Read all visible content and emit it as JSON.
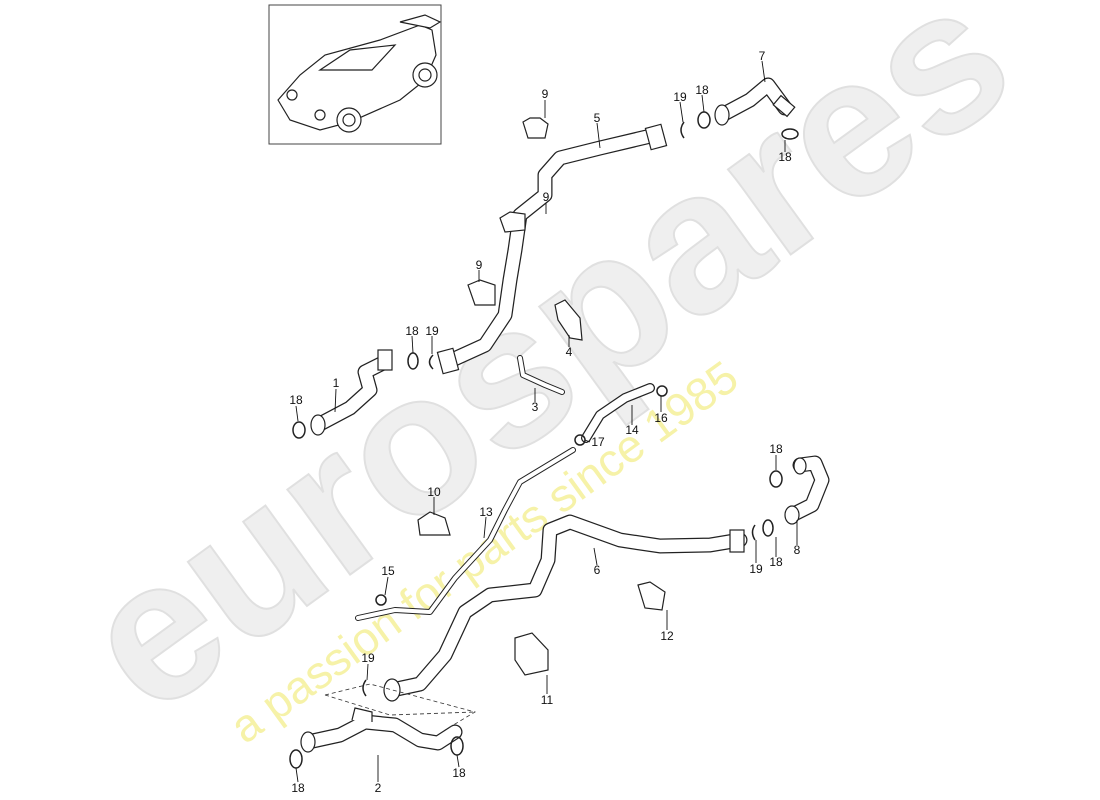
{
  "watermark": {
    "brand": "eurospares",
    "tagline": "a passion for parts since 1985",
    "tagline_color": "#f6f2a8"
  },
  "thumbnail": {
    "icon": "car-overview-icon"
  },
  "labels": {
    "l9a": "9",
    "l5": "5",
    "l19a": "19",
    "l18a": "18",
    "l7": "7",
    "l18b": "18",
    "l9b": "9",
    "l9c": "9",
    "l18c": "18",
    "l19b": "19",
    "l4": "4",
    "l1": "1",
    "l18d": "18",
    "l3": "3",
    "l16": "16",
    "l14": "14",
    "l17": "17",
    "l18e": "18",
    "l10": "10",
    "l13": "13",
    "l8": "8",
    "l6": "6",
    "l19c": "19",
    "l18f": "18",
    "l15": "15",
    "l12": "12",
    "l19d": "19",
    "l11": "11",
    "l18g": "18",
    "l2": "2",
    "l18h": "18"
  }
}
